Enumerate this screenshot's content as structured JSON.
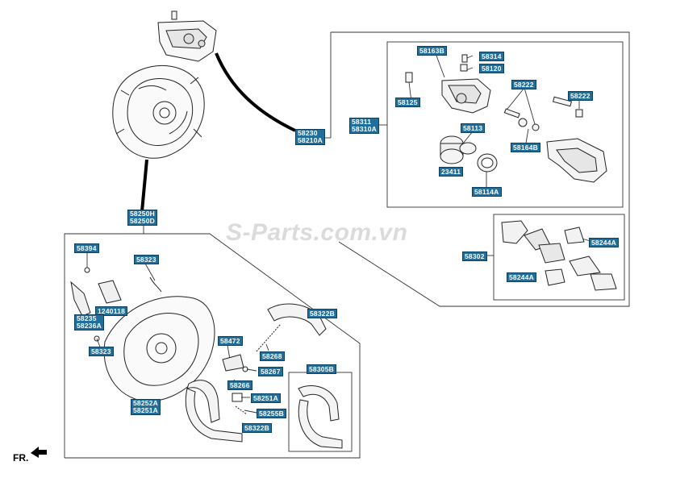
{
  "watermark": "S-Parts.com.vn",
  "direction": {
    "label": "FR."
  },
  "colors": {
    "label_bg": "#1f6f9e",
    "label_text": "#ffffff",
    "line": "#333333"
  },
  "labels": {
    "caliper_assy": [
      "58230",
      "58210A"
    ],
    "shoe_kit_assy": [
      "58250H",
      "58250D"
    ],
    "caliper_body": [
      "58311",
      "58310A"
    ],
    "p58163B": "58163B",
    "p58314": "58314",
    "p58120": "58120",
    "p58125": "58125",
    "p58222a": "58222",
    "p58222b": "58222",
    "p58113": "58113",
    "p58164B": "58164B",
    "p23411": "23411",
    "p58114A": "58114A",
    "pad_kit": "58302",
    "p58244A_top": "58244A",
    "p58244A_bottom": "58244A",
    "p58394": "58394",
    "p58323_top": "58323",
    "p1240118": "1240118",
    "backing_set": [
      "58235",
      "58236A"
    ],
    "p58323_bottom": "58323",
    "p58472": "58472",
    "p58322B": "58322B",
    "p58268": "58268",
    "p58267": "58267",
    "p58305B": "58305B",
    "p58266": "58266",
    "p58251A": "58251A",
    "p58255B": "58255B",
    "p58322B_bottom": "58322B",
    "backing_plate": [
      "58252A",
      "58251A"
    ]
  }
}
